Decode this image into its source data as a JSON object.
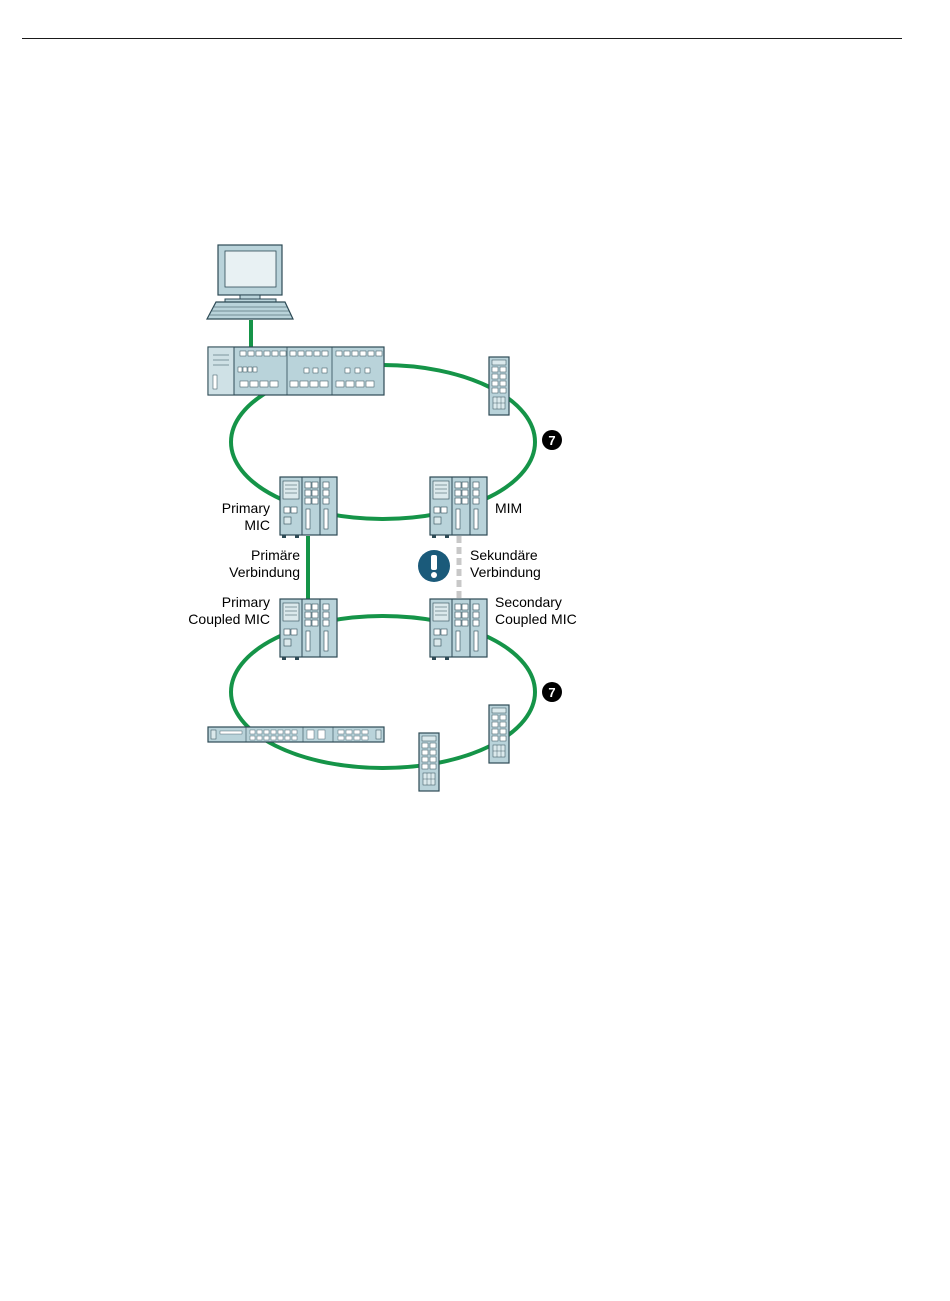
{
  "labels": {
    "primary_mic": [
      "Primary",
      "MIC"
    ],
    "mim": "MIM",
    "primary_connection": [
      "Primäre",
      "Verbindung"
    ],
    "secondary_connection": [
      "Sekundäre",
      "Verbindung"
    ],
    "primary_coupled_mic": [
      "Primary",
      "Coupled MIC"
    ],
    "secondary_coupled_mic": [
      "Secondary",
      "Coupled MIC"
    ]
  },
  "ring_markers": [
    "7",
    "7"
  ],
  "colors": {
    "link": "#159448",
    "standby_link": "#c8c8c8",
    "device_fill": "#b9d3da",
    "device_stroke": "#2d4a55",
    "warning": "#1a5a7a",
    "marker": "#000000"
  },
  "icons": {
    "pc": "computer-icon",
    "switch_rack": "rack-switch-icon",
    "din_switch": "din-rail-switch-icon",
    "modular_switch": "modular-switch-icon",
    "flat_switch": "19-inch-switch-icon",
    "warning": "exclamation-icon"
  }
}
